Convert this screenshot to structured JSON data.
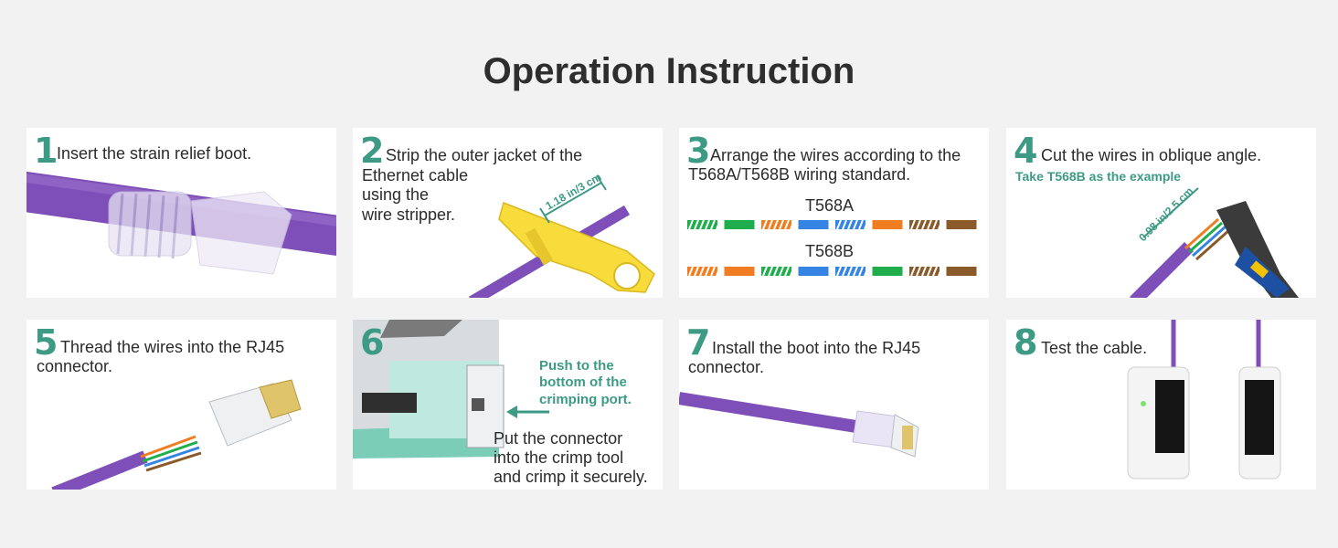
{
  "title": "Operation Instruction",
  "steps": [
    {
      "number": "1",
      "lines": [
        "Insert the strain relief boot."
      ]
    },
    {
      "number": "2",
      "lines": [
        "Strip the outer jacket of the",
        "Ethernet cable",
        "using the",
        "wire stripper."
      ],
      "measure": "1.18 in/3 cm"
    },
    {
      "number": "3",
      "lines": [
        "Arrange the wires according to the",
        "T568A/T568B wiring standard."
      ],
      "standard_a": "T568A",
      "standard_b": "T568B"
    },
    {
      "number": "4",
      "lines": [
        "Cut the wires in oblique angle."
      ],
      "note": "Take T568B as the example",
      "measure": "0.98 in/2.5 cm"
    },
    {
      "number": "5",
      "lines": [
        "Thread the wires into the RJ45",
        "connector."
      ]
    },
    {
      "number": "6",
      "hint_lines": [
        "Push to the",
        "bottom of the",
        "crimping port."
      ],
      "lines": [
        "Put the connector",
        "into the crimp tool",
        "and crimp it securely."
      ]
    },
    {
      "number": "7",
      "lines": [
        "Install the boot into the RJ45",
        "connector."
      ]
    },
    {
      "number": "8",
      "lines": [
        "Test the cable."
      ]
    }
  ],
  "colors": {
    "accent": "#3d9a84",
    "cable": "#7e4fb8",
    "background": "#f2f2f2",
    "wire_orange": "#f07d22",
    "wire_green": "#1fae4b",
    "wire_blue": "#3584e4",
    "wire_brown": "#8a5a2b"
  },
  "wiring": {
    "t568a": [
      "green-white",
      "green",
      "orange-white",
      "blue",
      "blue-white",
      "orange",
      "brown-white",
      "brown"
    ],
    "t568b": [
      "orange-white",
      "orange",
      "green-white",
      "blue",
      "blue-white",
      "green",
      "brown-white",
      "brown"
    ]
  }
}
